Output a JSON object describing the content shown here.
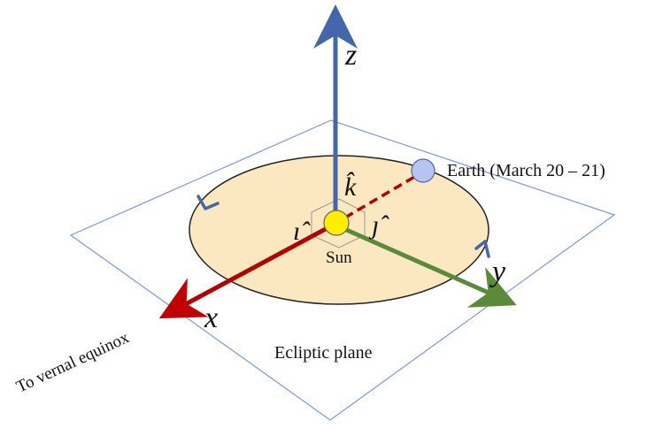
{
  "diagram": {
    "axes": {
      "x_label": "x",
      "y_label": "y",
      "z_label": "z"
    },
    "unit_vectors": {
      "i_hat": "ı̂",
      "j_hat": "ȷ̂",
      "k_hat": "k̂"
    },
    "labels": {
      "sun": "Sun",
      "earth": "Earth (March 20 – 21)",
      "vernal": "To vernal equinox",
      "plane": "Ecliptic plane"
    },
    "colors": {
      "x_axis": "#c00000",
      "y_axis": "#5b8b3a",
      "z_axis": "#4466aa",
      "orbit_fill": "#fbe8c0",
      "plane_edge": "#7e9bd6",
      "sun": "#ffee00",
      "earth": "#b8c4f0",
      "earth_link": "#b00000"
    }
  }
}
